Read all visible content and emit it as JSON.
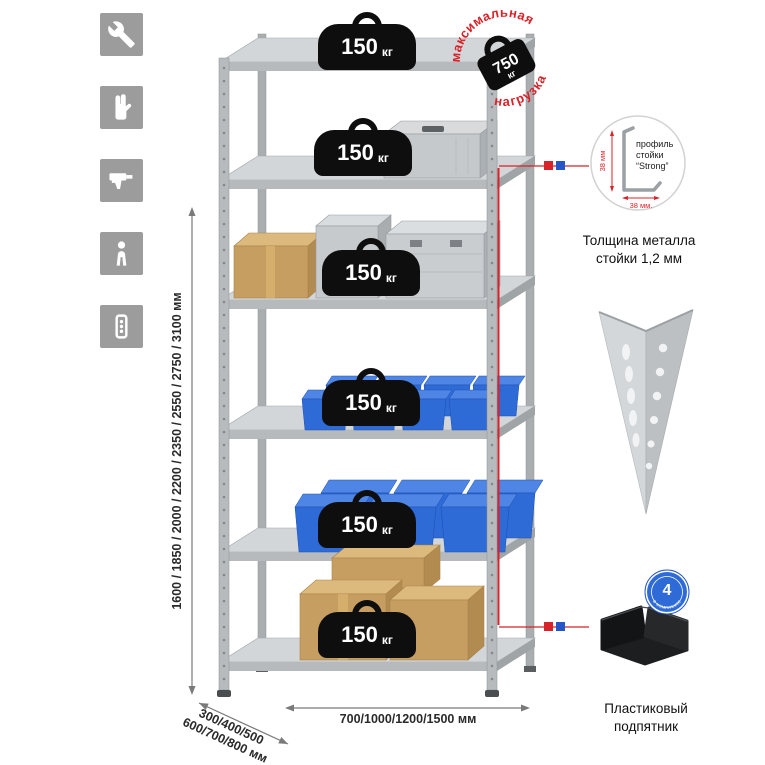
{
  "icons_panel": {
    "items": [
      "wrench-icon",
      "gloves-icon",
      "drill-icon",
      "person-icon",
      "perforated-profile-icon"
    ]
  },
  "dimensions": {
    "height": "1600 / 1850 / 2000 / 2200 / 2350 / 2550 / 2750 / 3100 мм",
    "depth_line1": "300/400/500",
    "depth_line2": "600/700/800 мм",
    "width": "700/1000/1200/1500 мм"
  },
  "rack": {
    "shelf_count": 6,
    "load_value": "150",
    "load_unit": "кг"
  },
  "stamp": {
    "arc_top": "максимальная",
    "arc_bottom": "нагрузка",
    "value": "750",
    "unit": "кг",
    "color": "#d8232a"
  },
  "profile_detail": {
    "label_line1": "профиль",
    "label_line2": "стойки",
    "label_line3": "“Strong”",
    "dim_left": "38 мм",
    "dim_bottom": "38 мм.",
    "caption_line1": "Толщина металла",
    "caption_line2": "стойки 1,2 мм"
  },
  "foot_detail": {
    "badge_value": "4",
    "badge_text": "в комплекте",
    "caption_line1": "Пластиковый",
    "caption_line2": "подпятник"
  },
  "colors": {
    "accent_red": "#d8232a",
    "accent_blue": "#2456c8",
    "bin_blue": "#2e6bd6",
    "icon_gray": "#9c9c9c"
  }
}
